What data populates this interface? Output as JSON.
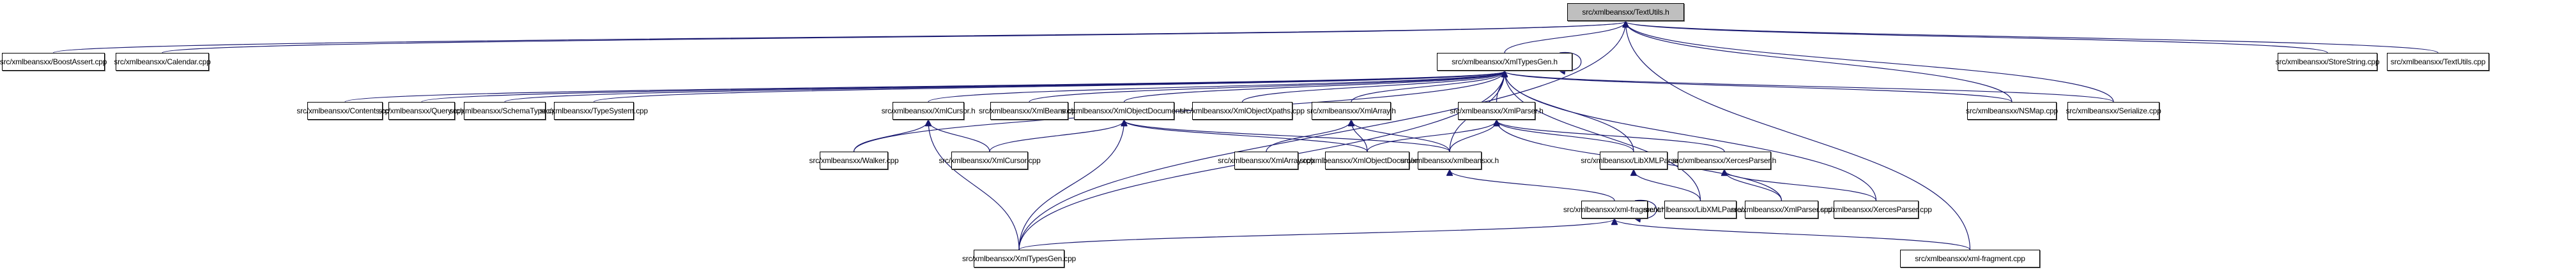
{
  "graph": {
    "title": "Included-by dependency graph",
    "root": "src/xmlbeansxx/TextUtils.h",
    "edge_color": "#191970",
    "root_fill": "#bfbfbf",
    "nodes": [
      {
        "id": "TextUtils_h",
        "label": "src/xmlbeansxx/TextUtils.h",
        "root": true
      },
      {
        "id": "BoostAssert_cpp",
        "label": "src/xmlbeansxx/BoostAssert.cpp"
      },
      {
        "id": "Calendar_cpp",
        "label": "src/xmlbeansxx/Calendar.cpp"
      },
      {
        "id": "XmlTypesGen_h",
        "label": "src/xmlbeansxx/XmlTypesGen.h"
      },
      {
        "id": "StoreString_cpp",
        "label": "src/xmlbeansxx/StoreString.cpp"
      },
      {
        "id": "TextUtils_cpp",
        "label": "src/xmlbeansxx/TextUtils.cpp"
      },
      {
        "id": "Contents_cpp",
        "label": "src/xmlbeansxx/Contents.cpp"
      },
      {
        "id": "Query_cpp",
        "label": "src/xmlbeansxx/Query.cpp"
      },
      {
        "id": "SchemaType_cpp",
        "label": "src/xmlbeansxx/SchemaType.cpp"
      },
      {
        "id": "TypeSystem_cpp",
        "label": "src/xmlbeansxx/TypeSystem.cpp"
      },
      {
        "id": "XmlCursor_h",
        "label": "src/xmlbeansxx/XmlCursor.h"
      },
      {
        "id": "XmlBeans_cpp",
        "label": "src/xmlbeansxx/XmlBeans.cpp"
      },
      {
        "id": "XmlObjectDocument_h",
        "label": "src/xmlbeansxx/XmlObjectDocument.h"
      },
      {
        "id": "XmlObjectXpaths_cpp",
        "label": "src/xmlbeansxx/XmlObjectXpaths.cpp"
      },
      {
        "id": "XmlArray_h",
        "label": "src/xmlbeansxx/XmlArray.h"
      },
      {
        "id": "XmlParser_h",
        "label": "src/xmlbeansxx/XmlParser.h"
      },
      {
        "id": "NSMap_cpp",
        "label": "src/xmlbeansxx/NSMap.cpp"
      },
      {
        "id": "Serialize_cpp",
        "label": "src/xmlbeansxx/Serialize.cpp"
      },
      {
        "id": "Walker_cpp",
        "label": "src/xmlbeansxx/Walker.cpp"
      },
      {
        "id": "XmlCursor_cpp",
        "label": "src/xmlbeansxx/XmlCursor.cpp"
      },
      {
        "id": "XmlArray_cpp",
        "label": "src/xmlbeansxx/XmlArray.cpp"
      },
      {
        "id": "XmlObjectDocument_cpp",
        "label": "src/xmlbeansxx/XmlObjectDocument.cpp"
      },
      {
        "id": "xmlbeansxx_h",
        "label": "src/xmlbeansxx/xmlbeansxx.h"
      },
      {
        "id": "LibXMLParser_h",
        "label": "src/xmlbeansxx/LibXMLParser.h"
      },
      {
        "id": "XercesParser_h",
        "label": "src/xmlbeansxx/XercesParser.h"
      },
      {
        "id": "xml_fragment_h",
        "label": "src/xmlbeansxx/xml-fragment.h"
      },
      {
        "id": "LibXMLParser_cpp",
        "label": "src/xmlbeansxx/LibXMLParser.cpp"
      },
      {
        "id": "XmlParser_cpp",
        "label": "src/xmlbeansxx/XmlParser.cpp"
      },
      {
        "id": "XercesParser_cpp",
        "label": "src/xmlbeansxx/XercesParser.cpp"
      },
      {
        "id": "XmlTypesGen_cpp",
        "label": "src/xmlbeansxx/XmlTypesGen.cpp"
      },
      {
        "id": "xml_fragment_cpp",
        "label": "src/xmlbeansxx/xml-fragment.cpp"
      }
    ],
    "edges": [
      {
        "from": "BoostAssert_cpp",
        "to": "TextUtils_h"
      },
      {
        "from": "Calendar_cpp",
        "to": "TextUtils_h"
      },
      {
        "from": "XmlTypesGen_h",
        "to": "TextUtils_h"
      },
      {
        "from": "StoreString_cpp",
        "to": "TextUtils_h"
      },
      {
        "from": "TextUtils_cpp",
        "to": "TextUtils_h"
      },
      {
        "from": "NSMap_cpp",
        "to": "TextUtils_h"
      },
      {
        "from": "Serialize_cpp",
        "to": "TextUtils_h"
      },
      {
        "from": "XmlTypesGen_cpp",
        "to": "TextUtils_h"
      },
      {
        "from": "xml_fragment_cpp",
        "to": "TextUtils_h"
      },
      {
        "from": "XmlTypesGen_h",
        "to": "XmlTypesGen_h"
      },
      {
        "from": "Contents_cpp",
        "to": "XmlTypesGen_h"
      },
      {
        "from": "Query_cpp",
        "to": "XmlTypesGen_h"
      },
      {
        "from": "SchemaType_cpp",
        "to": "XmlTypesGen_h"
      },
      {
        "from": "TypeSystem_cpp",
        "to": "XmlTypesGen_h"
      },
      {
        "from": "XmlCursor_h",
        "to": "XmlTypesGen_h"
      },
      {
        "from": "XmlBeans_cpp",
        "to": "XmlTypesGen_h"
      },
      {
        "from": "XmlObjectDocument_h",
        "to": "XmlTypesGen_h"
      },
      {
        "from": "XmlObjectXpaths_cpp",
        "to": "XmlTypesGen_h"
      },
      {
        "from": "XmlArray_h",
        "to": "XmlTypesGen_h"
      },
      {
        "from": "XmlParser_h",
        "to": "XmlTypesGen_h"
      },
      {
        "from": "NSMap_cpp",
        "to": "XmlTypesGen_h"
      },
      {
        "from": "Serialize_cpp",
        "to": "XmlTypesGen_h"
      },
      {
        "from": "Walker_cpp",
        "to": "XmlTypesGen_h"
      },
      {
        "from": "xmlbeansxx_h",
        "to": "XmlTypesGen_h"
      },
      {
        "from": "LibXMLParser_h",
        "to": "XmlTypesGen_h"
      },
      {
        "from": "LibXMLParser_cpp",
        "to": "XmlTypesGen_h"
      },
      {
        "from": "XercesParser_cpp",
        "to": "XmlTypesGen_h"
      },
      {
        "from": "XmlTypesGen_cpp",
        "to": "XmlTypesGen_h"
      },
      {
        "from": "Walker_cpp",
        "to": "XmlCursor_h"
      },
      {
        "from": "XmlCursor_cpp",
        "to": "XmlCursor_h"
      },
      {
        "from": "XmlTypesGen_cpp",
        "to": "XmlCursor_h"
      },
      {
        "from": "XmlCursor_cpp",
        "to": "XmlObjectDocument_h"
      },
      {
        "from": "XmlObjectDocument_cpp",
        "to": "XmlObjectDocument_h"
      },
      {
        "from": "xmlbeansxx_h",
        "to": "XmlObjectDocument_h"
      },
      {
        "from": "XmlTypesGen_cpp",
        "to": "XmlObjectDocument_h"
      },
      {
        "from": "XmlArray_cpp",
        "to": "XmlArray_h"
      },
      {
        "from": "XmlObjectDocument_cpp",
        "to": "XmlArray_h"
      },
      {
        "from": "xmlbeansxx_h",
        "to": "XmlArray_h"
      },
      {
        "from": "XmlObjectDocument_cpp",
        "to": "XmlParser_h"
      },
      {
        "from": "xmlbeansxx_h",
        "to": "XmlParser_h"
      },
      {
        "from": "LibXMLParser_h",
        "to": "XmlParser_h"
      },
      {
        "from": "XercesParser_h",
        "to": "XmlParser_h"
      },
      {
        "from": "XmlParser_cpp",
        "to": "XmlParser_h"
      },
      {
        "from": "LibXMLParser_cpp",
        "to": "LibXMLParser_h"
      },
      {
        "from": "XercesParser_cpp",
        "to": "XercesParser_h"
      },
      {
        "from": "XmlParser_cpp",
        "to": "XercesParser_h"
      },
      {
        "from": "xml_fragment_h",
        "to": "xmlbeansxx_h"
      },
      {
        "from": "xml_fragment_h",
        "to": "xml_fragment_h"
      },
      {
        "from": "XmlTypesGen_cpp",
        "to": "xml_fragment_h"
      },
      {
        "from": "xml_fragment_cpp",
        "to": "xml_fragment_h"
      }
    ]
  }
}
